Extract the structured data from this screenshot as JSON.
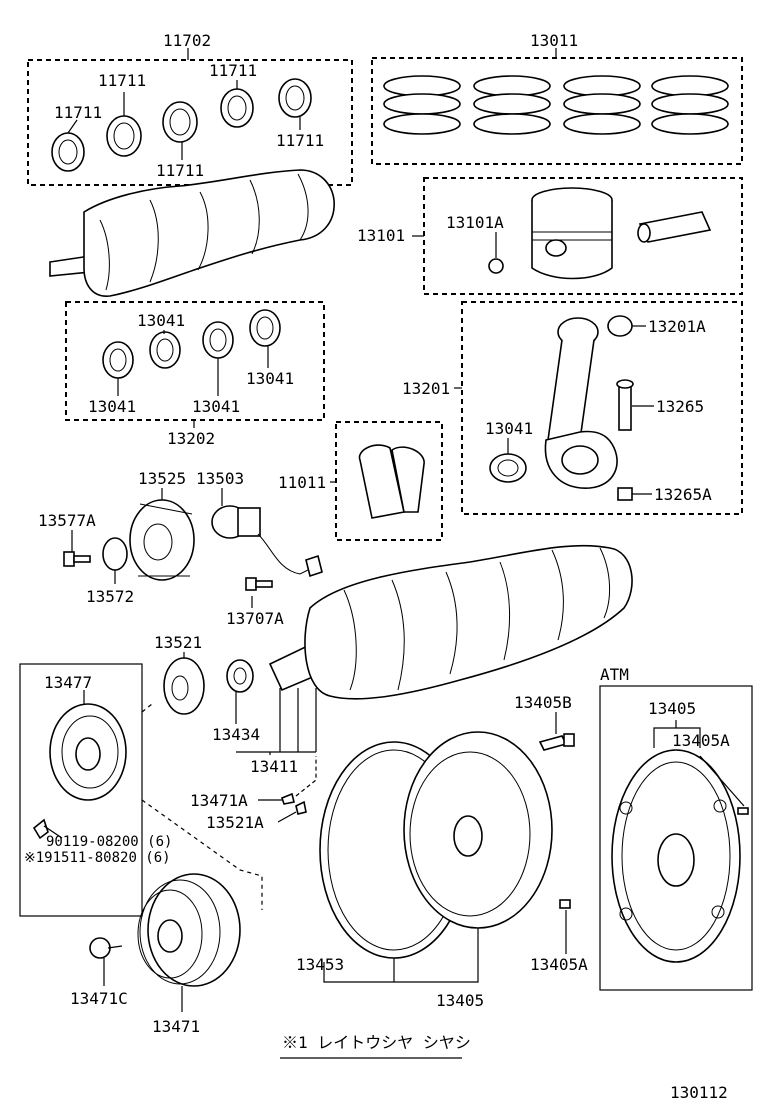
{
  "labels": {
    "l11702": "11702",
    "l11711a": "11711",
    "l11711b": "11711",
    "l11711c": "11711",
    "l11711d": "11711",
    "l11711e": "11711",
    "l13011": "13011",
    "l13101": "13101",
    "l13101A": "13101A",
    "l13041a": "13041",
    "l13041b": "13041",
    "l13041c": "13041",
    "l13041d": "13041",
    "l13041e": "13041",
    "l13202": "13202",
    "l13201": "13201",
    "l13201A": "13201A",
    "l13265": "13265",
    "l13265A": "13265A",
    "l11011": "11011",
    "l13525": "13525",
    "l13503": "13503",
    "l13577A": "13577A",
    "l13572": "13572",
    "l13707A": "13707A",
    "l13521": "13521",
    "l13477": "13477",
    "l13434": "13434",
    "l13411": "13411",
    "l13471A": "13471A",
    "l13521A": "13521A",
    "l90119": "90119-08200 (6)",
    "l191511": "※191511-80820 (6)",
    "l13471C": "13471C",
    "l13471": "13471",
    "l13453": "13453",
    "l13405a": "13405",
    "l13405B": "13405B",
    "l13405A1": "13405A",
    "lATM": "ATM",
    "l13405b": "13405",
    "l13405A2": "13405A",
    "footnote": "※1 レイトウシヤ シヤシ",
    "diagram_code": "130112"
  }
}
